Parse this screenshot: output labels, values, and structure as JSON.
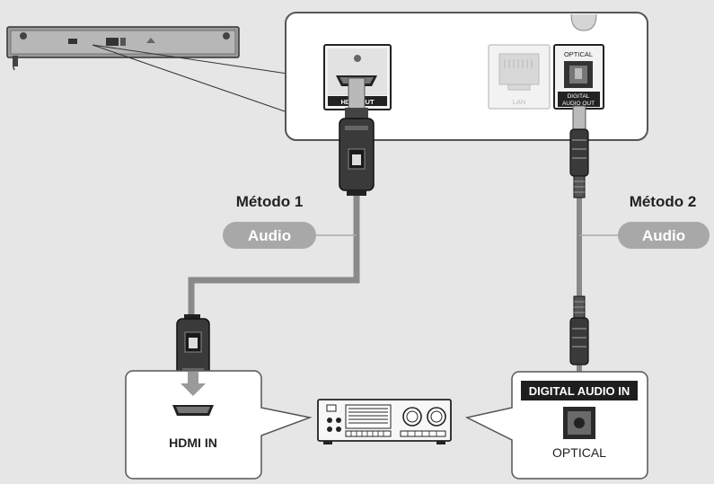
{
  "colors": {
    "background": "#e6e6e6",
    "panel_fill": "#ffffff",
    "panel_stroke": "#555555",
    "cable": "#8a8a8a",
    "badge": "#a8a8a8",
    "badge_text": "#ffffff",
    "dark": "#2b2b2b"
  },
  "player": {
    "ports": {
      "hdmi_out": "HDMI OUT",
      "lan": "LAN",
      "optical": "OPTICAL",
      "digital_audio_out_line1": "DIGITAL",
      "digital_audio_out_line2": "AUDIO OUT"
    }
  },
  "method1": {
    "title": "Método 1",
    "badge": "Audio"
  },
  "method2": {
    "title": "Método 2",
    "badge": "Audio"
  },
  "receiver_panels": {
    "hdmi_in": "HDMI IN",
    "digital_audio_in": "DIGITAL AUDIO IN",
    "optical": "OPTICAL"
  },
  "icons": {
    "player": "blu-ray-player-icon",
    "receiver": "av-receiver-icon",
    "hdmi_plug": "hdmi-plug-icon",
    "optical_plug": "optical-plug-icon",
    "arrow": "down-arrow-icon"
  }
}
